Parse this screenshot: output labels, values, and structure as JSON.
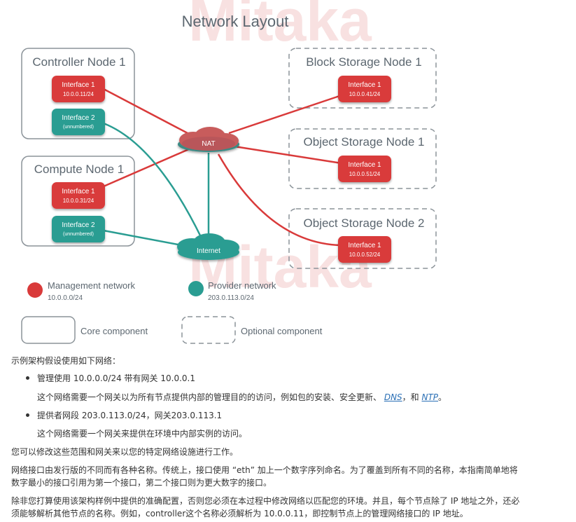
{
  "diagram": {
    "title": "Network Layout",
    "watermark": "Mitaka",
    "nodes": [
      {
        "title": "Controller Node 1"
      },
      {
        "title": "Compute Node 1"
      },
      {
        "title": "Block Storage Node 1"
      },
      {
        "title": "Object Storage Node 1"
      },
      {
        "title": "Object Storage Node 2"
      }
    ],
    "interfaces": [
      {
        "label": "Interface 1",
        "sub": "10.0.0.11/24"
      },
      {
        "label": "Interface 2",
        "sub": "(unnumbered)"
      },
      {
        "label": "Interface 1",
        "sub": "10.0.0.31/24"
      },
      {
        "label": "Interface 2",
        "sub": "(unnumbered)"
      },
      {
        "label": "Interface 1",
        "sub": "10.0.0.41/24"
      },
      {
        "label": "Interface 1",
        "sub": "10.0.0.51/24"
      },
      {
        "label": "Interface 1",
        "sub": "10.0.0.52/24"
      }
    ],
    "clouds": {
      "nat": "NAT",
      "internet": "Internet"
    },
    "legend": {
      "management": {
        "label": "Management network",
        "subnet": "10.0.0.0/24"
      },
      "provider": {
        "label": "Provider network",
        "subnet": "203.0.113.0/24"
      },
      "core": "Core component",
      "optional": "Optional component"
    },
    "colors": {
      "management": "#d93a3a",
      "provider": "#2a9d92",
      "box_border": "#8b9399",
      "text": "#5c6770"
    }
  },
  "doc": {
    "intro": "示例架构假设使用如下网络：",
    "bullet1": "管理使用 10.0.0.0/24 带有网关 10.0.0.1",
    "bullet1_desc_pre": "这个网络需要一个网关以为所有节点提供内部的管理目的的访问，例如包的安装、安全更新、 ",
    "link_dns": "DNS",
    "bullet1_desc_mid": "，和 ",
    "link_ntp": "NTP",
    "bullet1_desc_end": "。",
    "bullet2": "提供者网段 203.0.113.0/24，网关203.0.113.1",
    "bullet2_desc": "这个网络需要一个网关来提供在环境中内部实例的访问。",
    "para1": "您可以修改这些范围和网关来以您的特定网络设施进行工作。",
    "para2_line1": "网络接口由发行版的不同而有各种名称。传统上，接口使用 “eth” 加上一个数字序列命名。为了覆盖到所有不同的名称，本指南简单地将",
    "para2_line2": "数字最小的接口引用为第一个接口，第二个接口则为更大数字的接口。",
    "para3_line1": "除非您打算使用该架构样例中提供的准确配置，否则您必须在本过程中修改网络以匹配您的环境。并且，每个节点除了 IP 地址之外，还必",
    "para3_line2": "须能够解析其他节点的名称。例如，controller这个名称必须解析为 10.0.0.11，即控制节点上的管理网络接口的 IP 地址。"
  }
}
